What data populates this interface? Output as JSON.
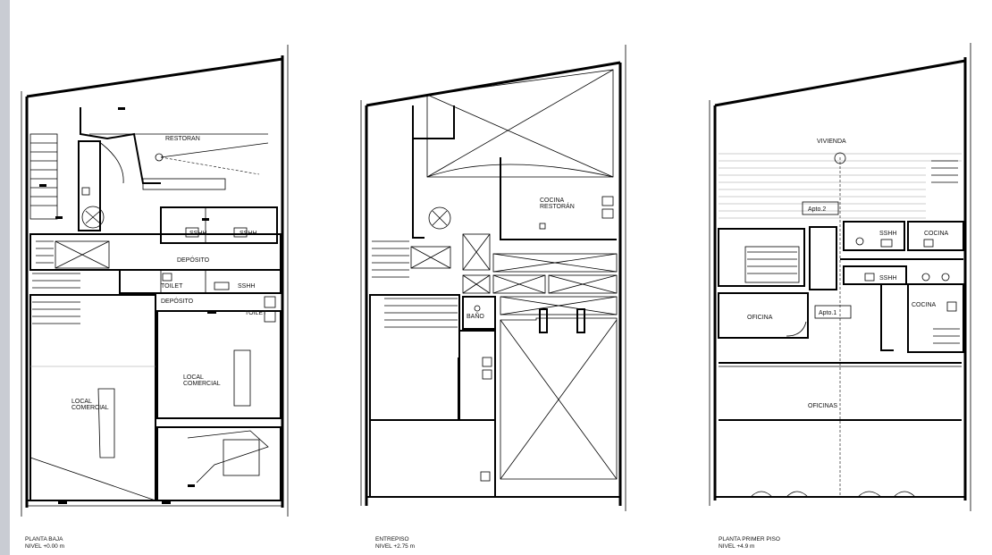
{
  "plans": [
    {
      "caption": [
        "PLANTA BAJA",
        "NIVEL +0.00 m"
      ],
      "rooms": [
        "RESTORAN",
        "DEPÓSITO",
        "DEPÓSITO",
        "SSHH",
        "SSHH",
        "SSHH",
        "TOILET",
        "TOILET",
        "LOCAL",
        "COMERCIAL",
        "LOCAL",
        "COMERCIAL"
      ]
    },
    {
      "caption": [
        "ENTREPISO",
        "NIVEL +2.75 m"
      ],
      "rooms": [
        "COCINA",
        "RESTORÁN",
        "BAÑO"
      ]
    },
    {
      "caption": [
        "PLANTA PRIMER PISO",
        "NIVEL +4.9 m"
      ],
      "rooms": [
        "VIVIENDA",
        "Apto.2",
        "SSHH",
        "COCINA",
        "SSHH",
        "OFICINA",
        "Apto.1",
        "COCINA",
        "OFICINAS"
      ]
    }
  ],
  "colors": {
    "sidebar": "#c9ccd3",
    "lines": "#000000",
    "background": "#ffffff"
  }
}
